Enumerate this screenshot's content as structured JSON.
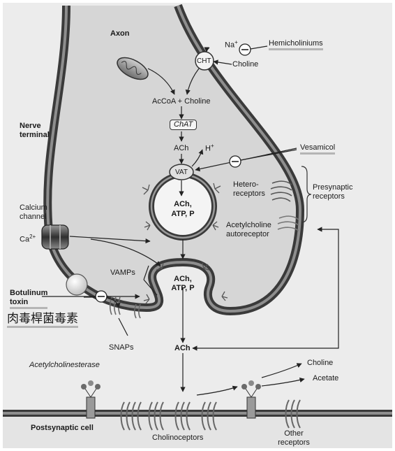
{
  "labels": {
    "axon": "Axon",
    "nerve_terminal": "Nerve terminal",
    "cht": "CHT",
    "na": "Na",
    "na_sup": "+",
    "choline_in": "Choline",
    "hemicholiniums": "Hemicholiniums",
    "accoa_choline": "AcCoA + Choline",
    "chat": "ChAT",
    "ach_top": "ACh",
    "h": "H",
    "h_sup": "+",
    "vat": "VAT",
    "vesamicol": "Vesamicol",
    "vesicle_content_1": "ACh,",
    "vesicle_content_2": "ATP, P",
    "hetero_receptors": "Hetero-\nreceptors",
    "presynaptic_receptors": "Presynaptic\nreceptors",
    "acetylcholine_autoreceptor": "Acetylcholine\nautoreceptor",
    "calcium_channel": "Calcium\nchannel",
    "ca": "Ca",
    "ca_sup": "2+",
    "vamps": "VAMPs",
    "fusing_content_1": "ACh,",
    "fusing_content_2": "ATP, P",
    "botulinum_toxin": "Botulinum\ntoxin",
    "botulinum_chinese": "肉毒桿菌毒素",
    "snaps": "SNAPs",
    "ach_cleft": "ACh",
    "acetylcholinesterase": "Acetylcholinesterase",
    "choline_out": "Choline",
    "acetate": "Acetate",
    "postsynaptic_cell": "Postsynaptic cell",
    "cholinoceptors": "Cholinoceptors",
    "other_receptors": "Other\nreceptors",
    "minus": "−"
  }
}
